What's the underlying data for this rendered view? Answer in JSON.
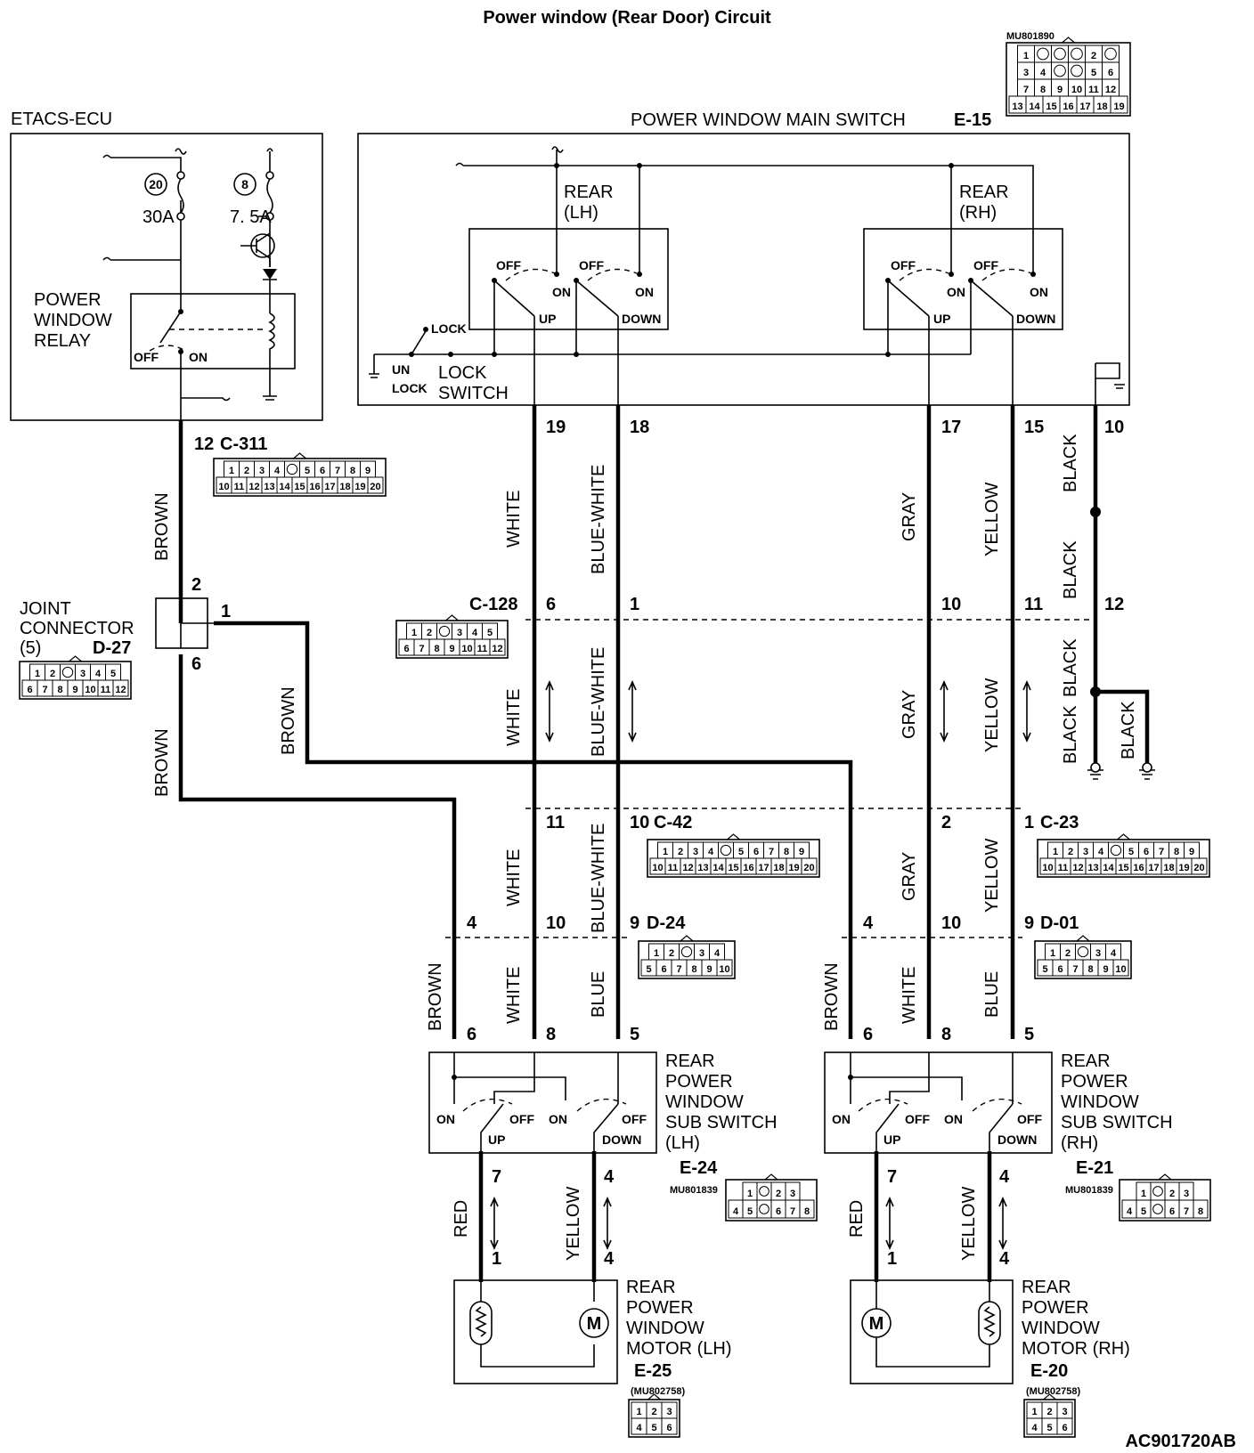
{
  "title": "Power window (Rear Door) Circuit",
  "footer_code": "AC901720AB",
  "ecu": {
    "name": "ETACS-ECU",
    "fuse_a_num": "20",
    "fuse_a_rating": "30A",
    "fuse_b_num": "8",
    "fuse_b_rating": "7. 5A",
    "relay_label": [
      "POWER",
      "WINDOW",
      "RELAY"
    ],
    "relay_off": "OFF",
    "relay_on": "ON"
  },
  "main_switch": {
    "name": "POWER WINDOW MAIN SWITCH",
    "connector": "E-15",
    "part_no": "MU801890",
    "rear_lh": [
      "REAR",
      "(LH)"
    ],
    "rear_rh": [
      "REAR",
      "(RH)"
    ],
    "off": "OFF",
    "on": "ON",
    "up": "UP",
    "down": "DOWN",
    "lock": "LOCK",
    "unlock": [
      "UN",
      "LOCK"
    ],
    "lock_switch": [
      "LOCK",
      "SWITCH"
    ],
    "connector_cells": {
      "r1": [
        "1",
        "",
        "",
        "",
        "2",
        ""
      ],
      "r2": [
        "3",
        "4",
        "",
        "",
        "5",
        "6"
      ],
      "r3": [
        "7",
        "8",
        "9",
        "10",
        "11",
        "12"
      ],
      "r4": [
        "13",
        "14",
        "15",
        "16",
        "17",
        "18",
        "19"
      ]
    }
  },
  "pins": {
    "c311": "12",
    "c311_name": "C-311",
    "ms19": "19",
    "ms18": "18",
    "ms17": "17",
    "ms15": "15",
    "ms10": "10",
    "jc_in": "2",
    "jc_out": "1",
    "jc_down": "6",
    "c128_name": "C-128",
    "c128_6": "6",
    "c128_1": "1",
    "c128_10": "10",
    "c128_11": "11",
    "c128_12": "12",
    "c42_11": "11",
    "c42_10": "10",
    "c42_name": "C-42",
    "c23_2": "2",
    "c23_1": "1",
    "c23_name": "C-23",
    "d24_4": "4",
    "d24_10": "10",
    "d24_9": "9",
    "d24_name": "D-24",
    "d01_4": "4",
    "d01_10": "10",
    "d01_9": "9",
    "d01_name": "D-01",
    "sub_6": "6",
    "sub_8": "8",
    "sub_5": "5",
    "sub_7": "7",
    "sub_4": "4",
    "mot_1": "1",
    "mot_4": "4"
  },
  "joint": {
    "label": [
      "JOINT",
      "CONNECTOR",
      "(5)"
    ],
    "connector": "D-27"
  },
  "wires": {
    "brown": "BROWN",
    "white": "WHITE",
    "blue_white": "BLUE-WHITE",
    "gray": "GRAY",
    "yellow": "YELLOW",
    "black": "BLACK",
    "blue": "BLUE",
    "red": "RED"
  },
  "sub_lh": {
    "label": [
      "REAR",
      "POWER",
      "WINDOW",
      "SUB SWITCH",
      "(LH)"
    ],
    "connector": "E-24",
    "part_no": "MU801839",
    "on": "ON",
    "off": "OFF",
    "up": "UP",
    "down": "DOWN"
  },
  "sub_rh": {
    "label": [
      "REAR",
      "POWER",
      "WINDOW",
      "SUB SWITCH",
      "(RH)"
    ],
    "connector": "E-21",
    "part_no": "MU801839",
    "on": "ON",
    "off": "OFF",
    "up": "UP",
    "down": "DOWN"
  },
  "motor_lh": {
    "label": [
      "REAR",
      "POWER",
      "WINDOW",
      "MOTOR (LH)"
    ],
    "connector": "E-25",
    "part_no": "(MU802758)",
    "m": "M"
  },
  "motor_rh": {
    "label": [
      "REAR",
      "POWER",
      "WINDOW",
      "MOTOR (RH)"
    ],
    "connector": "E-20",
    "part_no": "(MU802758)",
    "m": "M"
  },
  "conn_20": {
    "r1": [
      "1",
      "2",
      "3",
      "4",
      "",
      "5",
      "6",
      "7",
      "8",
      "9"
    ],
    "r2": [
      "10",
      "11",
      "12",
      "13",
      "14",
      "15",
      "16",
      "17",
      "18",
      "19",
      "20"
    ]
  },
  "conn_12": {
    "r1": [
      "1",
      "2",
      "",
      "3",
      "4",
      "5"
    ],
    "r2": [
      "6",
      "7",
      "8",
      "9",
      "10",
      "11",
      "12"
    ]
  },
  "conn_10": {
    "r1": [
      "1",
      "2",
      "",
      "3",
      "4"
    ],
    "r2": [
      "5",
      "6",
      "7",
      "8",
      "9",
      "10"
    ]
  },
  "conn_8": {
    "r1": [
      "1",
      "",
      "2",
      "3"
    ],
    "r2": [
      "4",
      "5",
      "",
      "6",
      "7",
      "8"
    ]
  },
  "conn_6": {
    "r1": [
      "1",
      "2",
      "3"
    ],
    "r2": [
      "4",
      "5",
      "6"
    ]
  }
}
